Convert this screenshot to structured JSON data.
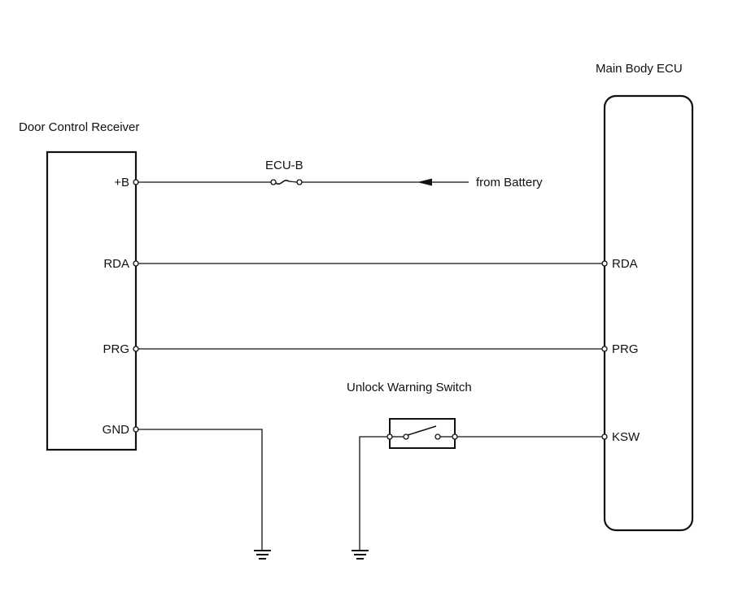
{
  "components": {
    "door_control_receiver": {
      "title": "Door Control Receiver",
      "pins": [
        {
          "id": "b",
          "label": "+B"
        },
        {
          "id": "rda",
          "label": "RDA"
        },
        {
          "id": "prg",
          "label": "PRG"
        },
        {
          "id": "gnd",
          "label": "GND"
        }
      ]
    },
    "main_body_ecu": {
      "title": "Main Body ECU",
      "pins": [
        {
          "id": "rda",
          "label": "RDA"
        },
        {
          "id": "prg",
          "label": "PRG"
        },
        {
          "id": "ksw",
          "label": "KSW"
        }
      ]
    },
    "fuse": {
      "label": "ECU-B"
    },
    "battery": {
      "label": "from Battery"
    },
    "unlock_warning_switch": {
      "label": "Unlock Warning Switch"
    }
  },
  "connections": [
    {
      "from": "door_control_receiver.+B",
      "to": "battery",
      "via": "ECU-B fuse"
    },
    {
      "from": "door_control_receiver.RDA",
      "to": "main_body_ecu.RDA"
    },
    {
      "from": "door_control_receiver.PRG",
      "to": "main_body_ecu.PRG"
    },
    {
      "from": "door_control_receiver.GND",
      "to": "ground"
    },
    {
      "from": "main_body_ecu.KSW",
      "to": "unlock_warning_switch",
      "then": "ground"
    }
  ],
  "colors": {
    "line": "#111111",
    "background": "#ffffff"
  }
}
